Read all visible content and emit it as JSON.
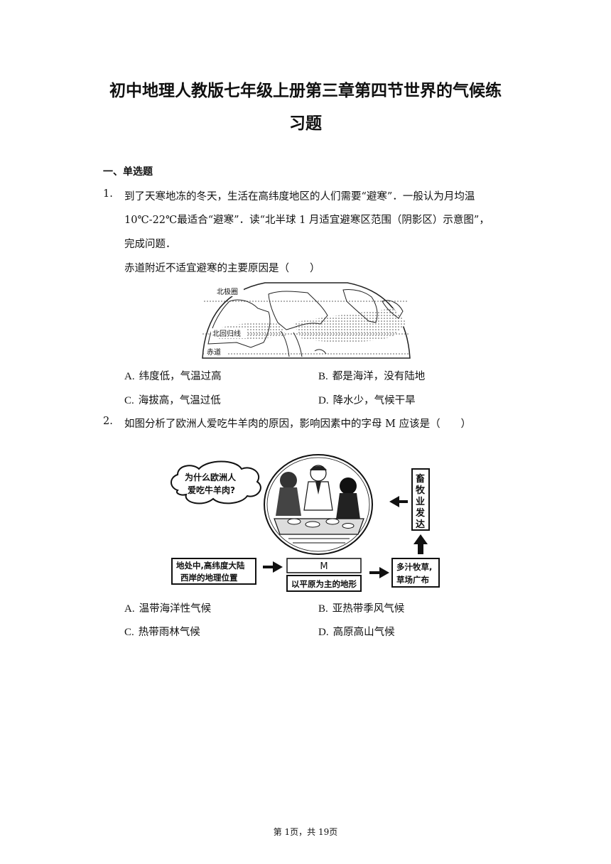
{
  "title": {
    "line1": "初中地理人教版七年级上册第三章第四节世界的气候练",
    "line2": "习题"
  },
  "section_heading": "一、单选题",
  "q1": {
    "number": "1.",
    "lines": [
      "到了天寒地冻的冬天，生活在高纬度地区的人们需要“避寒”．一般认为月均温",
      "10℃-22℃最适合“避寒”．读“北半球 1 月适宜避寒区范围（阴影区）示意图”，",
      "完成问题．",
      "赤道附近不适宜避寒的主要原因是（　　）"
    ],
    "map_labels": {
      "arctic": "北极圈",
      "tropic": "北回归线",
      "equator": "赤道"
    },
    "options": [
      {
        "label": "A.",
        "text": "纬度低，气温过高"
      },
      {
        "label": "B.",
        "text": "都是海洋，没有陆地"
      },
      {
        "label": "C.",
        "text": "海拔高，气温过低"
      },
      {
        "label": "D.",
        "text": "降水少，气候干旱"
      }
    ]
  },
  "q2": {
    "number": "2.",
    "line": "如图分析了欧洲人爱吃牛羊肉的原因，影响因素中的字母 M 应该是（　　）",
    "diagram": {
      "bubble_line1": "为什么欧洲人",
      "bubble_line2": "爱吃牛羊肉?",
      "box_location_line1": "地处中,高纬度大陆",
      "box_location_line2": "西岸的地理位置",
      "box_m": "M",
      "box_terrain": "以平原为主的地形",
      "box_grass_line1": "多汁牧草,",
      "box_grass_line2": "草场广布",
      "box_livestock": [
        "畜",
        "牧",
        "业",
        "发",
        "达"
      ]
    },
    "options": [
      {
        "label": "A.",
        "text": "温带海洋性气候"
      },
      {
        "label": "B.",
        "text": "亚热带季风气候"
      },
      {
        "label": "C.",
        "text": "热带雨林气候"
      },
      {
        "label": "D.",
        "text": "高原高山气候"
      }
    ]
  },
  "footer": "第 1页，共 19页"
}
